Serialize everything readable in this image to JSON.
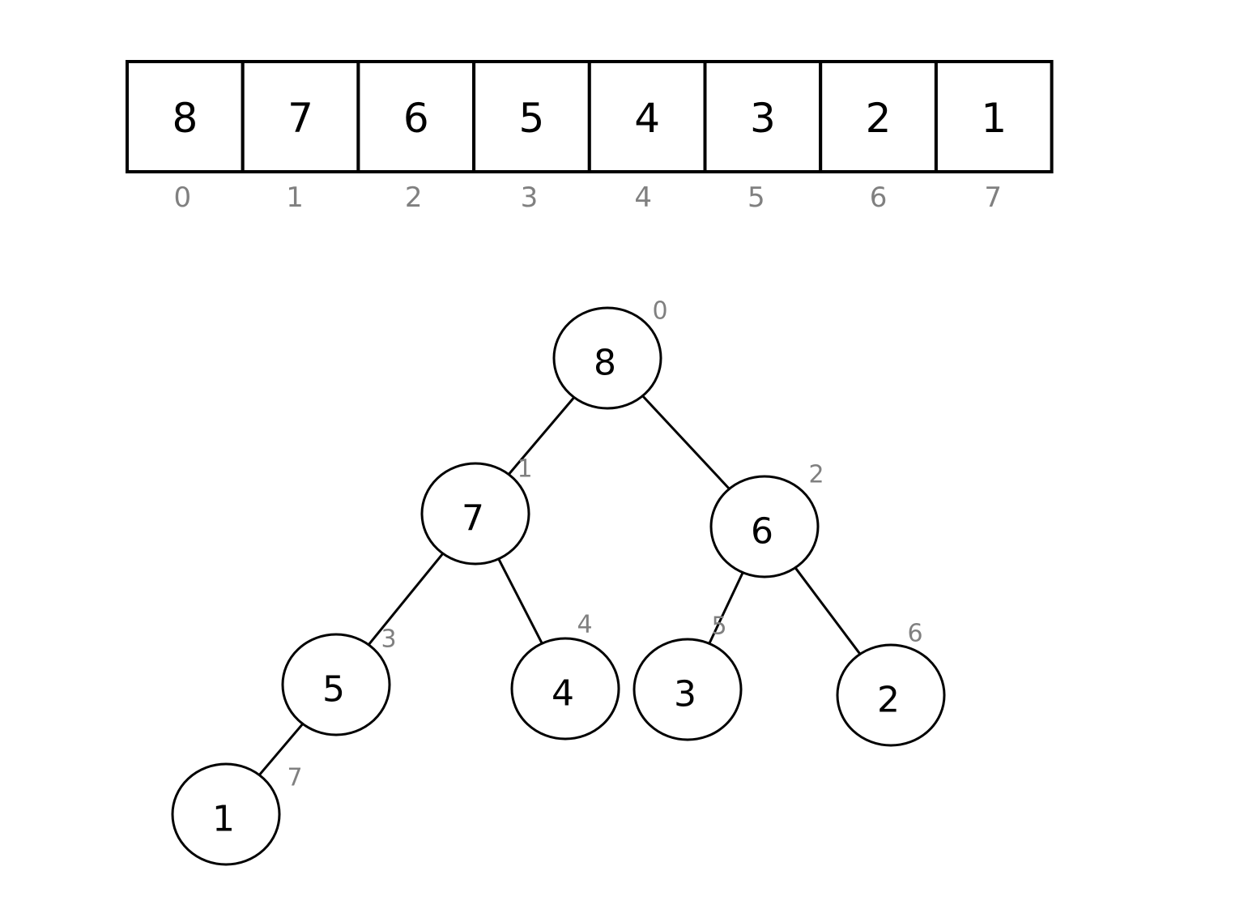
{
  "array": {
    "values": [
      "8",
      "7",
      "6",
      "5",
      "4",
      "3",
      "2",
      "1"
    ],
    "indices": [
      "0",
      "1",
      "2",
      "3",
      "4",
      "5",
      "6",
      "7"
    ]
  },
  "tree": {
    "nodes": [
      {
        "value": "8",
        "index": "0"
      },
      {
        "value": "7",
        "index": "1"
      },
      {
        "value": "6",
        "index": "2"
      },
      {
        "value": "5",
        "index": "3"
      },
      {
        "value": "4",
        "index": "4"
      },
      {
        "value": "3",
        "index": "5"
      },
      {
        "value": "2",
        "index": "6"
      },
      {
        "value": "1",
        "index": "7"
      }
    ],
    "edges": [
      [
        0,
        1
      ],
      [
        0,
        2
      ],
      [
        1,
        3
      ],
      [
        1,
        4
      ],
      [
        2,
        5
      ],
      [
        2,
        6
      ],
      [
        3,
        7
      ]
    ]
  },
  "colors": {
    "stroke": "#000000",
    "index_label": "#808080",
    "background": "#ffffff"
  }
}
